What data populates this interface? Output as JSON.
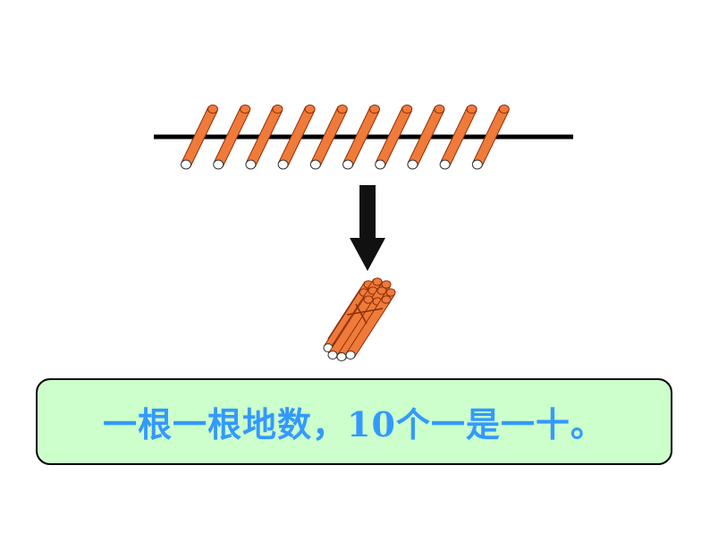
{
  "caption": {
    "text": "一根一根地数，10个一是一十。"
  },
  "counting": {
    "single_sticks": 10,
    "bundled_sticks": 10
  },
  "colors": {
    "stick_fill": "#f07a3a",
    "stick_stroke": "#8a2e08",
    "stick_end": "#ffffff",
    "line": "#000000",
    "arrow": "#111111",
    "caption_bg": "#ccffcc",
    "caption_text": "#3399ff",
    "caption_border": "#000000"
  },
  "icons": {
    "sticks": "counting-stick-icon",
    "arrow": "down-arrow-icon",
    "bundle": "stick-bundle-icon"
  }
}
